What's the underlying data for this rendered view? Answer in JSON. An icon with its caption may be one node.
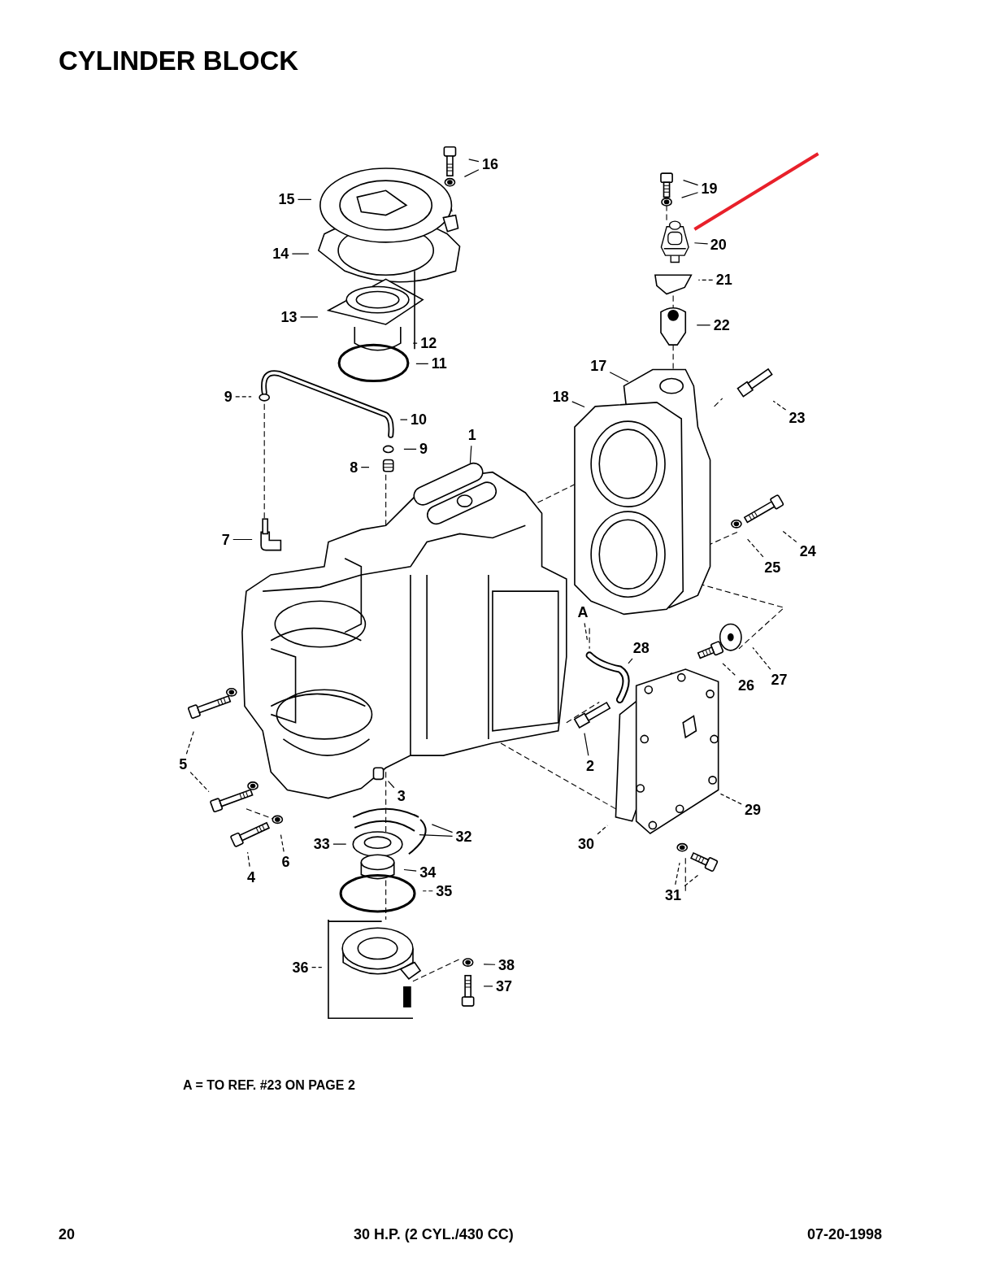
{
  "diagram": {
    "title": "CYLINDER BLOCK",
    "nodes": [
      {
        "text": [
          "16"
        ]
      },
      {
        "text": [
          "19"
        ]
      },
      {
        "text": [
          "15"
        ]
      },
      {
        "text": [],
        "shape": "picture"
      },
      {
        "text": [
          "20"
        ]
      },
      {
        "text": [
          "14"
        ]
      },
      {
        "text": [
          "21"
        ]
      },
      {
        "text": [
          "13"
        ]
      },
      {
        "text": [
          "22"
        ]
      },
      {
        "text": [
          "12"
        ]
      },
      {
        "text": [
          "11"
        ]
      },
      {
        "text": [
          "17"
        ]
      },
      {
        "text": [
          "9"
        ]
      },
      {
        "text": [
          "18"
        ]
      },
      {
        "text": [
          "23"
        ]
      },
      {
        "text": [
          "10"
        ]
      },
      {
        "text": [
          "1"
        ]
      },
      {
        "text": [
          "9"
        ]
      },
      {
        "text": [
          "8"
        ]
      },
      {
        "text": [
          "7"
        ]
      },
      {
        "text": [
          "24"
        ]
      },
      {
        "text": [
          "25"
        ]
      },
      {
        "text": [
          "A"
        ]
      },
      {
        "text": [
          "28"
        ]
      },
      {
        "text": [
          "27"
        ]
      },
      {
        "text": [
          "26"
        ]
      },
      {
        "text": [
          "5"
        ]
      },
      {
        "text": [
          "2"
        ]
      },
      {
        "text": [
          "3"
        ]
      },
      {
        "text": [
          "29"
        ]
      },
      {
        "text": [
          "32"
        ]
      },
      {
        "text": [
          "33"
        ]
      },
      {
        "text": [
          "30"
        ]
      },
      {
        "text": [
          "6"
        ]
      },
      {
        "text": [
          "34"
        ]
      },
      {
        "text": [
          "4"
        ]
      },
      {
        "text": [
          "35"
        ]
      },
      {
        "text": [
          "31"
        ]
      },
      {
        "text": [
          "38"
        ]
      },
      {
        "text": [
          "36"
        ]
      },
      {
        "text": [
          "37"
        ]
      }
    ],
    "edges": [
      {
        "from": 0,
        "to": null,
        "arrow": "none"
      },
      {
        "from": 0,
        "to": null,
        "arrow": "none"
      },
      {
        "from": 1,
        "to": null,
        "arrow": "none"
      },
      {
        "from": 1,
        "to": null,
        "arrow": "none"
      },
      {
        "from": null,
        "to": 3,
        "arrow": "none",
        "style": "thick",
        "color": "#e8202a"
      },
      {
        "from": 4,
        "to": 3,
        "arrow": "none"
      },
      {
        "from": 2,
        "to": null,
        "arrow": "none"
      },
      {
        "from": 5,
        "to": null,
        "arrow": "none"
      },
      {
        "from": 6,
        "to": null,
        "arrow": "none",
        "style": "dashed"
      },
      {
        "from": 7,
        "to": null,
        "arrow": "none"
      },
      {
        "from": 8,
        "to": null,
        "arrow": "none"
      },
      {
        "from": 9,
        "to": null,
        "arrow": "none"
      },
      {
        "from": 10,
        "to": null,
        "arrow": "none"
      },
      {
        "from": 11,
        "to": null,
        "arrow": "none"
      },
      {
        "from": 12,
        "to": null,
        "arrow": "none",
        "style": "dashed"
      },
      {
        "from": 13,
        "to": null,
        "arrow": "none"
      },
      {
        "from": 14,
        "to": null,
        "arrow": "none",
        "style": "dashed"
      },
      {
        "from": 15,
        "to": null,
        "arrow": "none"
      },
      {
        "from": 16,
        "to": null,
        "arrow": "none"
      },
      {
        "from": 17,
        "to": null,
        "arrow": "none"
      },
      {
        "from": 18,
        "to": null,
        "arrow": "none"
      },
      {
        "from": 19,
        "to": null,
        "arrow": "none"
      },
      {
        "from": 20,
        "to": null,
        "arrow": "none",
        "style": "dashed"
      },
      {
        "from": 21,
        "to": null,
        "arrow": "none",
        "style": "dashed"
      },
      {
        "from": 22,
        "to": null,
        "arrow": "none",
        "style": "dashed"
      },
      {
        "from": 23,
        "to": null,
        "arrow": "none"
      },
      {
        "from": 24,
        "to": null,
        "arrow": "none",
        "style": "dashed"
      },
      {
        "from": 25,
        "to": null,
        "arrow": "none",
        "style": "dashed"
      },
      {
        "from": 26,
        "to": null,
        "arrow": "none",
        "style": "dashed"
      },
      {
        "from": 26,
        "to": null,
        "arrow": "none",
        "style": "dashed"
      },
      {
        "from": 27,
        "to": null,
        "arrow": "none"
      },
      {
        "from": 28,
        "to": null,
        "arrow": "none"
      },
      {
        "from": 29,
        "to": null,
        "arrow": "none",
        "style": "dashed"
      },
      {
        "from": 30,
        "to": null,
        "arrow": "none"
      },
      {
        "from": 30,
        "to": null,
        "arrow": "none"
      },
      {
        "from": 31,
        "to": null,
        "arrow": "none"
      },
      {
        "from": 32,
        "to": null,
        "arrow": "none",
        "style": "dashed"
      },
      {
        "from": 33,
        "to": null,
        "arrow": "none",
        "style": "dashed"
      },
      {
        "from": 34,
        "to": null,
        "arrow": "none"
      },
      {
        "from": 35,
        "to": null,
        "arrow": "none",
        "style": "dashed"
      },
      {
        "from": 36,
        "to": null,
        "arrow": "none",
        "style": "dashed"
      },
      {
        "from": 37,
        "to": null,
        "arrow": "none",
        "style": "dashed"
      },
      {
        "from": 37,
        "to": null,
        "arrow": "none",
        "style": "dashed"
      },
      {
        "from": 38,
        "to": null,
        "arrow": "none"
      },
      {
        "from": 39,
        "to": null,
        "arrow": "none",
        "style": "dashed"
      },
      {
        "from": 40,
        "to": null,
        "arrow": "none"
      }
    ],
    "labels": [
      "A = TO REF. #23 ON PAGE 2",
      "20",
      "30 H.P. (2 CYL./430 CC)",
      "07-20-1998"
    ]
  }
}
